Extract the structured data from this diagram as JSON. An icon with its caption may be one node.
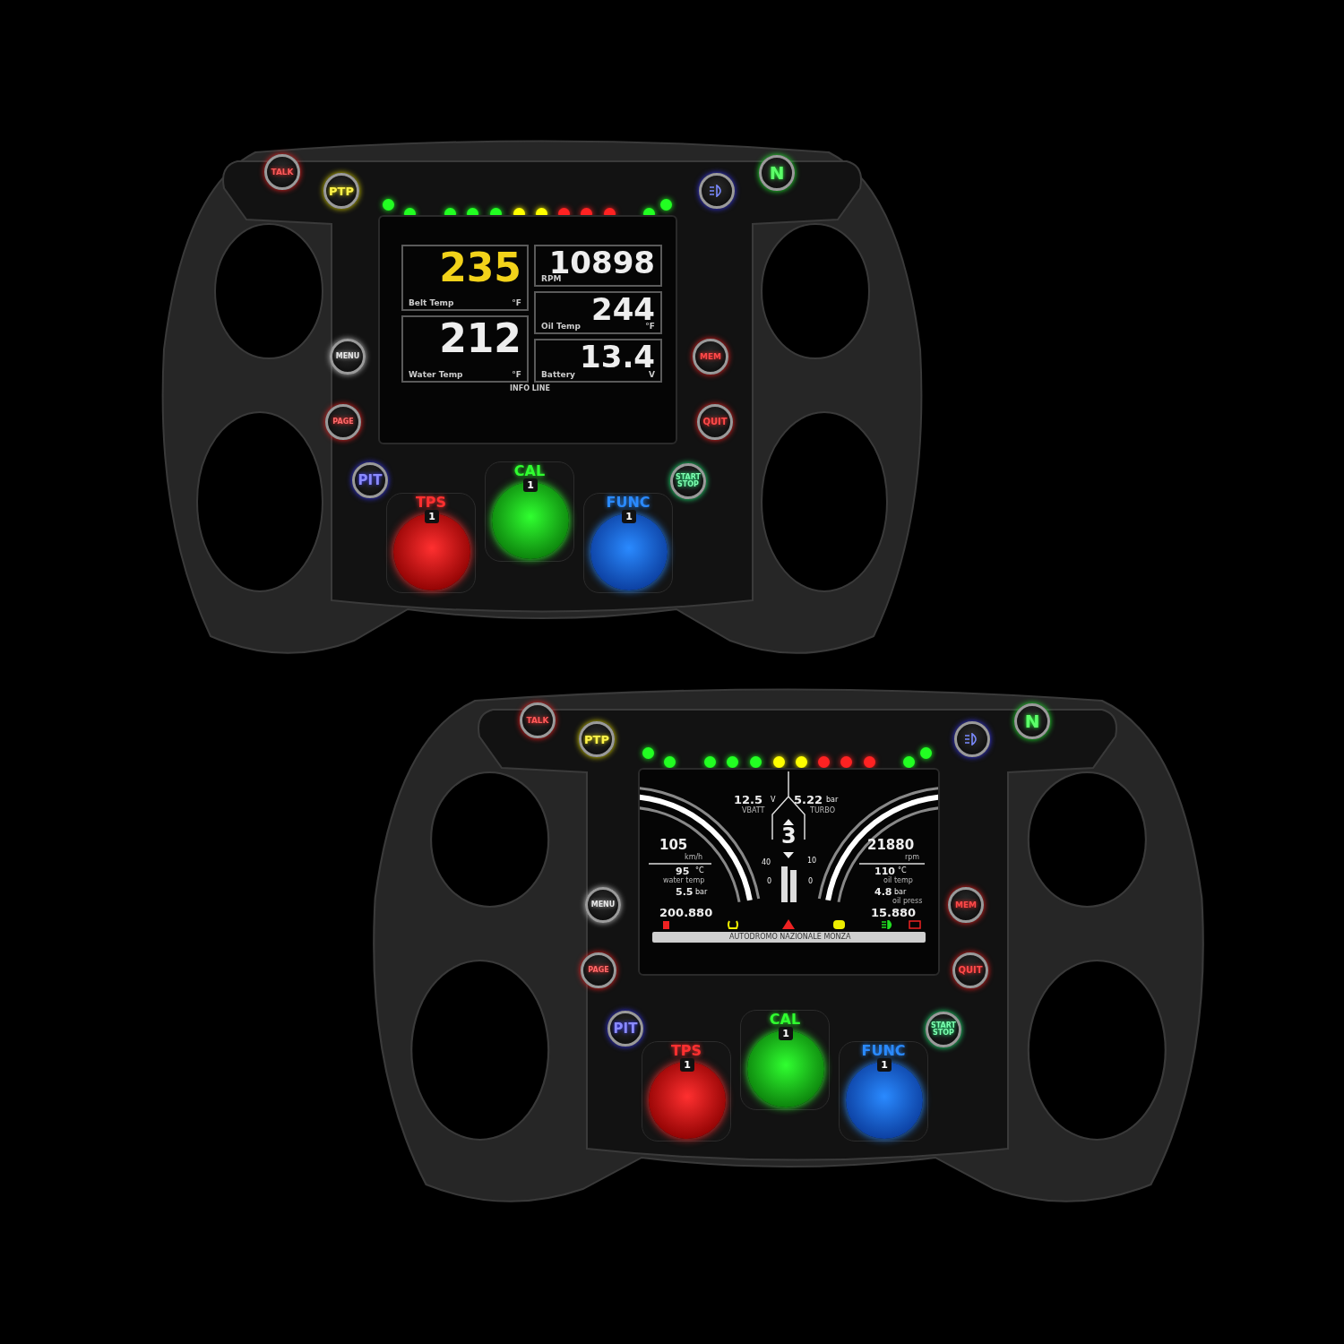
{
  "diagram": {
    "nodes": [
      {
        "text": [
          "TALK"
        ]
      },
      {
        "text": [
          "PTP"
        ]
      },
      {
        "text": [
          "N"
        ]
      },
      {
        "text": [
          "MENU"
        ]
      },
      {
        "text": [
          "MEM"
        ]
      },
      {
        "text": [
          "PAGE"
        ]
      },
      {
        "text": [
          "QUIT"
        ]
      },
      {
        "text": [
          "PIT"
        ]
      },
      {
        "text": [
          "START STOP"
        ]
      },
      {
        "text": [
          "TPS",
          "1"
        ]
      },
      {
        "text": [
          "CAL",
          "1"
        ]
      },
      {
        "text": [
          "FUNC",
          "1"
        ]
      },
      {
        "text": [
          "235",
          "Belt Temp",
          "°F"
        ]
      },
      {
        "text": [
          "10898",
          "RPM"
        ]
      },
      {
        "text": [
          "244",
          "Oil Temp",
          "°F"
        ]
      },
      {
        "text": [
          "212",
          "Water Temp",
          "°F"
        ]
      },
      {
        "text": [
          "13.4",
          "Battery",
          "V"
        ]
      },
      {
        "text": [
          "TALK"
        ]
      },
      {
        "text": [
          "PTP"
        ]
      },
      {
        "text": [
          "N"
        ]
      },
      {
        "text": [
          "MENU"
        ]
      },
      {
        "text": [
          "MEM"
        ]
      },
      {
        "text": [
          "PAGE"
        ]
      },
      {
        "text": [
          "QUIT"
        ]
      },
      {
        "text": [
          "PIT"
        ]
      },
      {
        "text": [
          "START STOP"
        ]
      },
      {
        "text": [
          "TPS",
          "1"
        ]
      },
      {
        "text": [
          "CAL",
          "1"
        ]
      },
      {
        "text": [
          "FUNC",
          "1"
        ]
      },
      {
        "text": [],
        "shape": "circle"
      },
      {
        "text": [],
        "shape": "circle"
      }
    ],
    "labels": [
      "INFO LINE",
      "12.5",
      "V",
      "VBATT",
      "5.22",
      "bar",
      "TURBO",
      "3",
      "105",
      "km/h",
      "21880",
      "rpm",
      "95",
      "°C",
      "water temp",
      "5.5",
      "bar",
      "110",
      "°C",
      "oil temp",
      "4.8",
      "bar",
      "oil press",
      "200.880",
      "15.880",
      "40",
      "0",
      "10",
      "0",
      "AUTODROMO NAZIONALE MONZA"
    ]
  }
}
